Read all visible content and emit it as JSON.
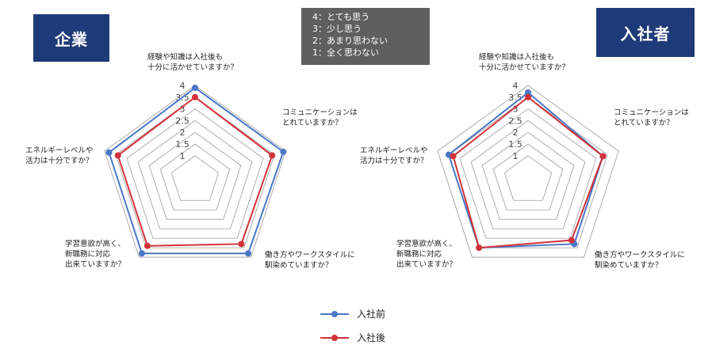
{
  "badges": {
    "left": "企業",
    "right": "入社者"
  },
  "scale": [
    "4：とても思う",
    "3：少し思う",
    "2：あまり思わない",
    "1：全く思わない"
  ],
  "axis_labels": [
    [
      "経験や知識は入社後も",
      "十分に活かせていますか？"
    ],
    [
      "コミュニケーションは",
      "とれていますか？"
    ],
    [
      "働き方やワークスタイルに",
      "馴染めていますか？"
    ],
    [
      "学習意欲が高く、",
      "新職務に対応",
      "出来ていますか？"
    ],
    [
      "エネルギーレベルや",
      "活力は十分ですか？"
    ]
  ],
  "legend": [
    {
      "label": "入社前",
      "color": "#4a76c6"
    },
    {
      "label": "入社後",
      "color": "#d1323a"
    }
  ],
  "chart_data": [
    {
      "type": "radar",
      "title": "企業",
      "axes": [
        "経験や知識は入社後も十分に活かせていますか？",
        "コミュニケーションはとれていますか？",
        "働き方やワークスタイルに馴染めていますか？",
        "学習意欲が高く、新職務に対応出来ていますか？",
        "エネルギーレベルや活力は十分ですか？"
      ],
      "ticks": [
        "1",
        "1.5",
        "2",
        "2.5",
        "3",
        "3.5",
        "4"
      ],
      "range": [
        1,
        4
      ],
      "series": [
        {
          "name": "入社前",
          "values": [
            3.9,
            3.9,
            3.8,
            3.8,
            3.8
          ]
        },
        {
          "name": "入社後",
          "values": [
            3.5,
            3.4,
            3.3,
            3.4,
            3.4
          ]
        }
      ]
    },
    {
      "type": "radar",
      "title": "入社者",
      "axes": [
        "経験や知識は入社後も十分に活かせていますか？",
        "コミュニケーションはとれていますか？",
        "働き方やワークスタイルに馴染めていますか？",
        "学習意欲が高く、新職務に対応出来ていますか？",
        "エネルギーレベルや活力は十分ですか？"
      ],
      "ticks": [
        "1",
        "1.5",
        "2",
        "2.5",
        "3",
        "3.5",
        "4"
      ],
      "range": [
        1,
        4
      ],
      "series": [
        {
          "name": "入社前",
          "values": [
            3.7,
            3.3,
            3.3,
            3.5,
            3.5
          ]
        },
        {
          "name": "入社後",
          "values": [
            3.5,
            3.3,
            3.1,
            3.5,
            3.3
          ]
        }
      ]
    }
  ]
}
